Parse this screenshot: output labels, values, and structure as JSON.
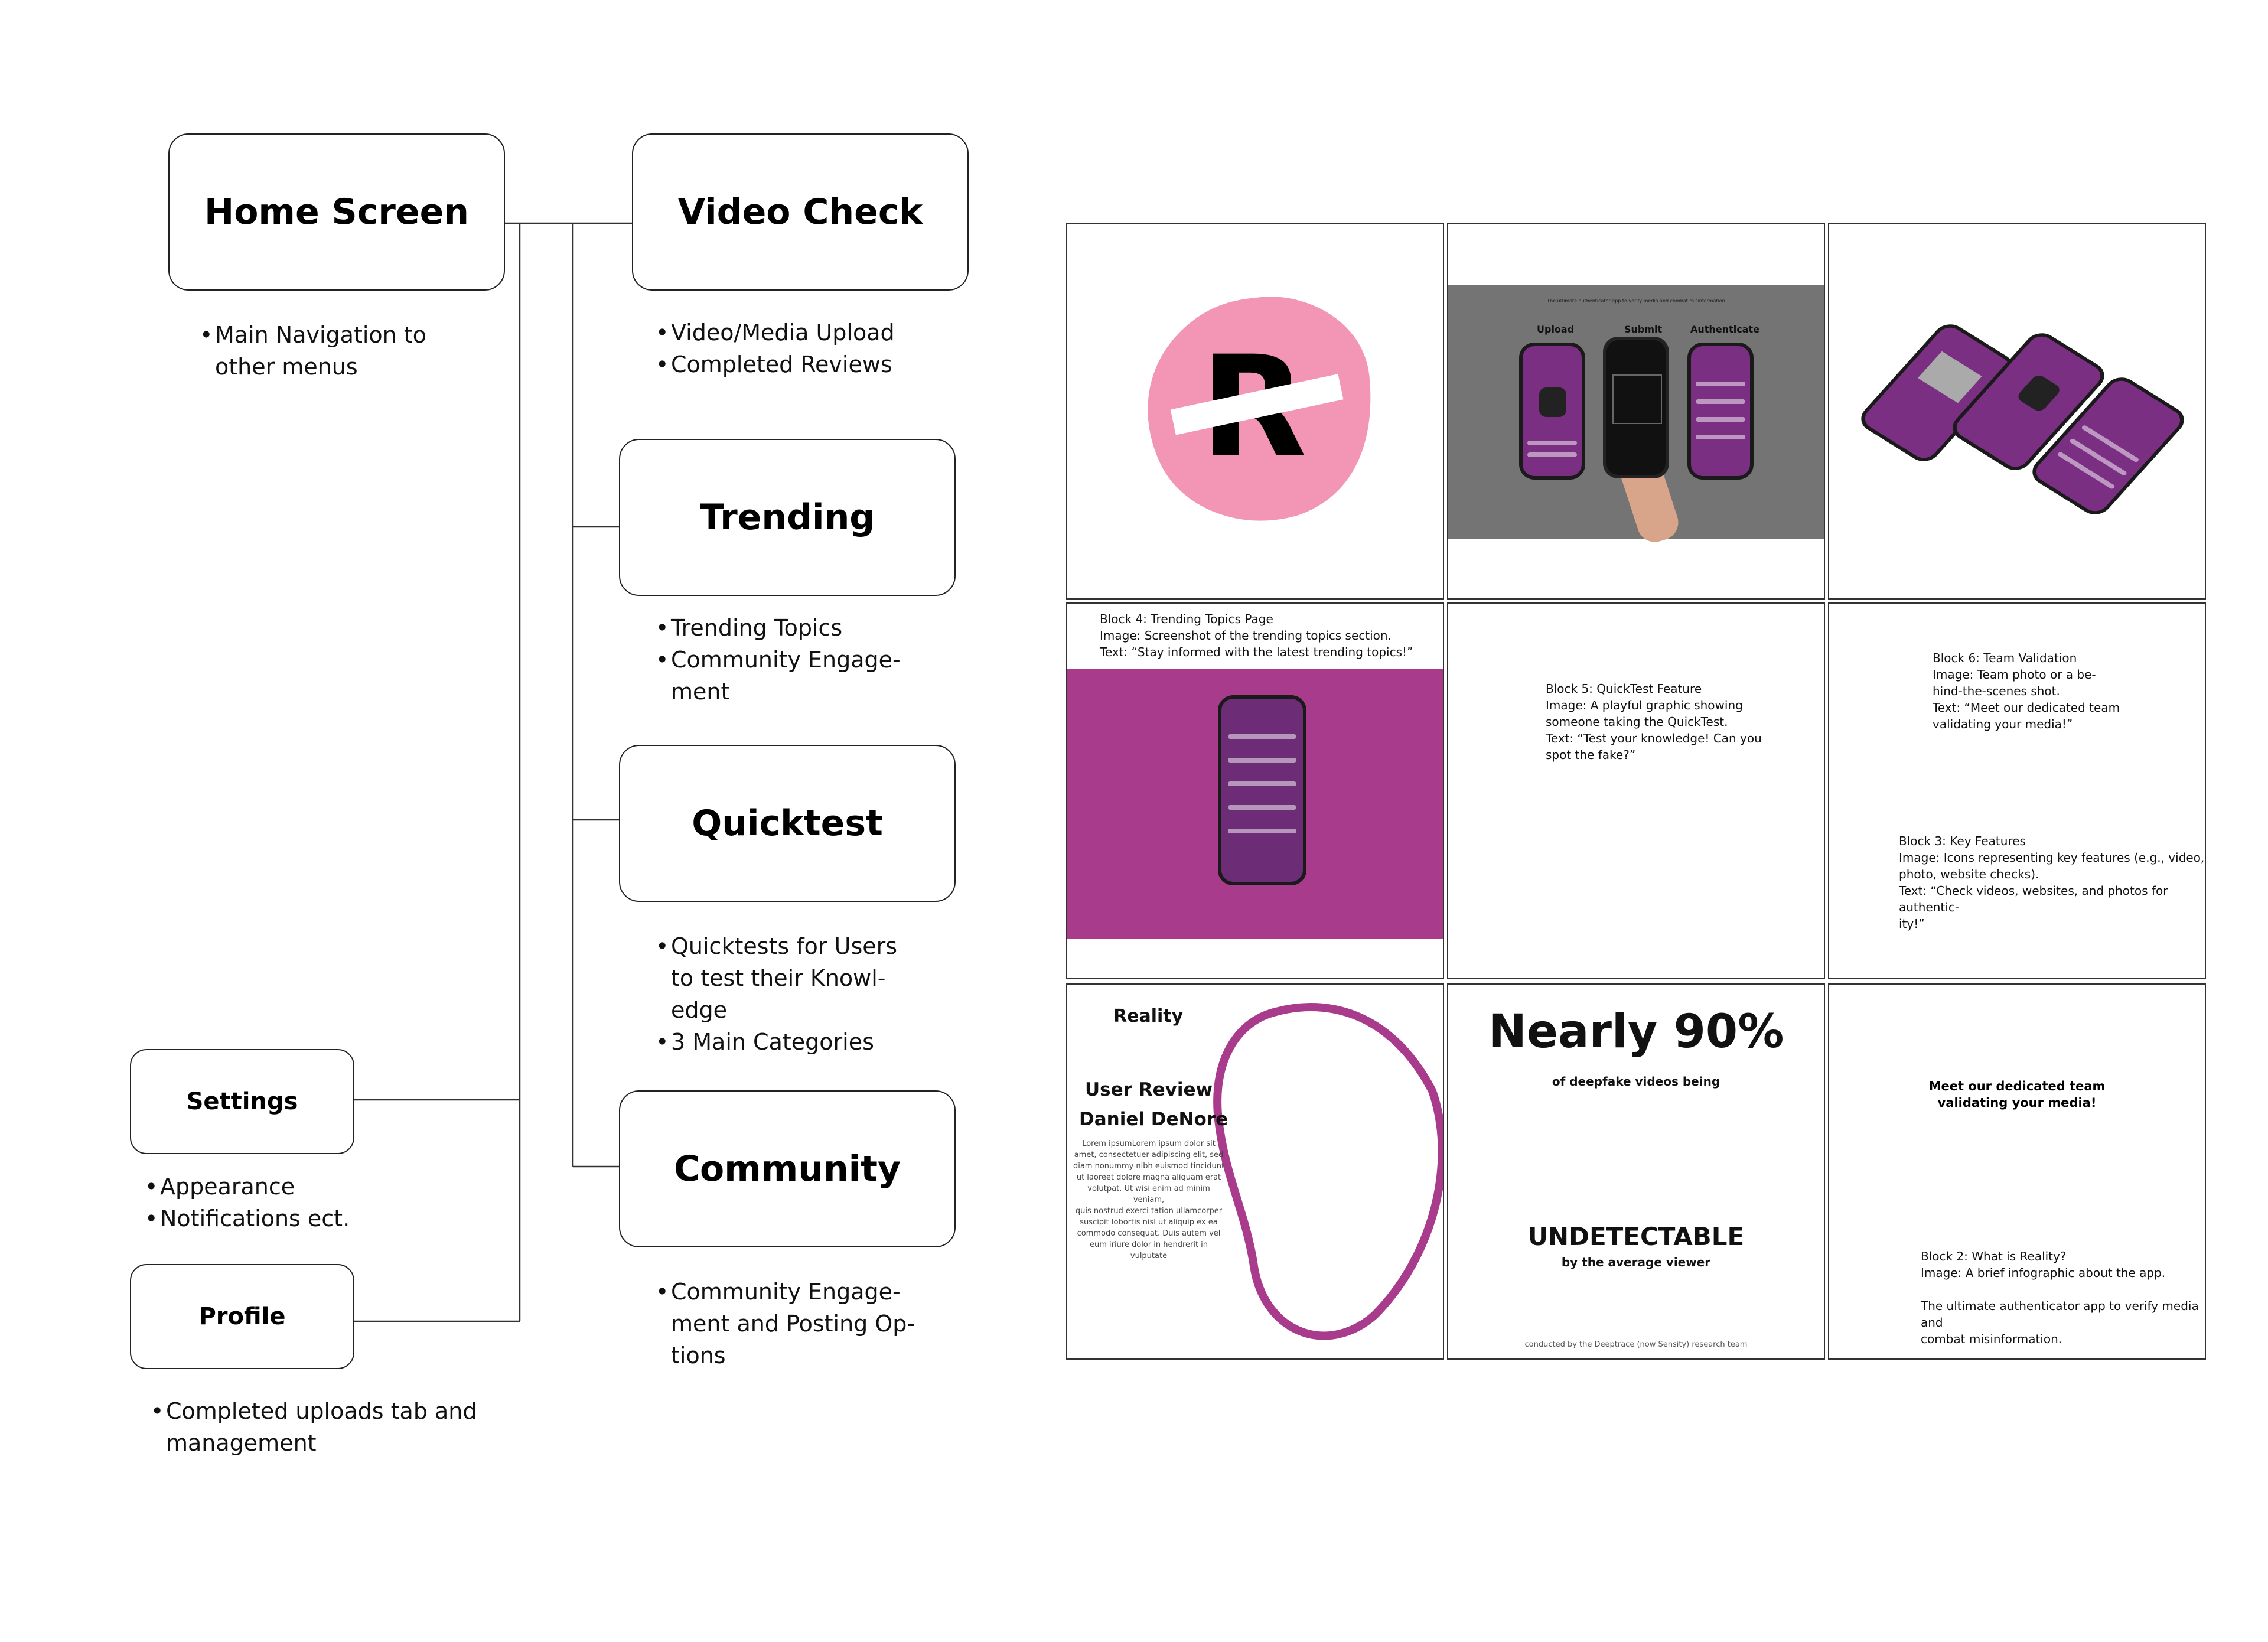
{
  "nodes": {
    "home": {
      "label": "Home Screen",
      "bullets": [
        "Main Navigation to\nother menus"
      ]
    },
    "video_check": {
      "label": "Video Check",
      "bullets": [
        "Video/Media Upload",
        "Completed Reviews"
      ]
    },
    "trending": {
      "label": "Trending",
      "bullets": [
        "Trending Topics",
        "Community Engage-\nment"
      ]
    },
    "quicktest": {
      "label": "Quicktest",
      "bullets": [
        "Quicktests for Users\nto test their Knowl-\nedge",
        "3 Main Categories"
      ]
    },
    "community": {
      "label": "Community",
      "bullets": [
        "Community Engage-\nment and Posting Op-\ntions"
      ]
    },
    "settings": {
      "label": "Settings",
      "bullets": [
        "Appearance",
        "Notifications ect."
      ]
    },
    "profile": {
      "label": "Profile",
      "bullets": [
        "Completed uploads tab and\nmanagement"
      ]
    }
  },
  "grid": {
    "logo": {
      "letter": "R",
      "colors": {
        "blob": "#f396b6",
        "letter": "#000000",
        "bar": "#ffffff"
      }
    },
    "tile2": {
      "caption": "The ultimate authenticator app to verify media and combat misinformation",
      "labels": [
        "Upload",
        "Submit",
        "Authenticate"
      ]
    },
    "tile4": {
      "text": "Block 4: Trending Topics Page\nImage: Screenshot of the trending topics section.\nText: “Stay informed with the latest trending topics!”"
    },
    "tile5": {
      "text": "Block 5: QuickTest Feature\nImage: A playful graphic showing\nsomeone taking the QuickTest.\nText: “Test your knowledge! Can you\nspot the fake?”"
    },
    "tile6": {
      "text_a": "Block 6: Team Validation\nImage: Team photo or a be-\nhind-the-scenes shot.\nText: “Meet our dedicated team\nvalidating your media!”",
      "text_b": "Block 3: Key Features\nImage: Icons representing key features (e.g., video,\nphoto, website checks).\nText: “Check videos, websites, and photos for authentic-\nity!”"
    },
    "tile7": {
      "title": "Reality",
      "review_heading": "User Review",
      "reviewer": "Daniel DeNore",
      "lorem": "Lorem ipsumLorem ipsum dolor sit\namet, consectetuer adipiscing elit, sed\ndiam nonummy nibh euismod tincidunt\nut laoreet dolore magna aliquam erat\nvolutpat. Ut wisi enim ad minim veniam,\nquis nostrud exerci tation ullamcorper\nsuscipit lobortis nisl ut aliquip ex ea\ncommodo consequat. Duis autem vel\neum iriure dolor in hendrerit in vulputate"
    },
    "tile8": {
      "headline": "Nearly 90%",
      "sub": "of deepfake videos being",
      "big": "UNDETECTABLE",
      "big_sub": "by the average viewer",
      "footer": "conducted by the Deeptrace (now Sensity) research team"
    },
    "tile9": {
      "heading": "Meet our dedicated team\nvalidating your media!",
      "text": "Block 2: What is Reality?\nImage: A brief infographic about the app.\n\nThe ultimate authenticator app to verify media and\ncombat misinformation."
    }
  },
  "colors": {
    "purple": "#a93b8c",
    "pink": "#f396b6",
    "phone_screen": "#7a2f83",
    "gray_bg": "#747474"
  }
}
